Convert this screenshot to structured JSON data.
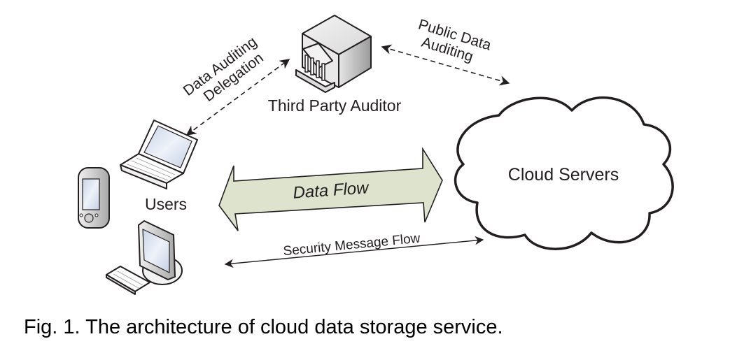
{
  "diagram": {
    "nodes": {
      "third_party_auditor": {
        "label": "Third Party Auditor",
        "icon": "building-icon"
      },
      "cloud_servers": {
        "label": "Cloud Servers",
        "icon": "cloud-icon"
      },
      "users": {
        "label": "Users",
        "devices": [
          "laptop-icon",
          "pda-icon",
          "desktop-computer-icon"
        ]
      }
    },
    "edges": {
      "data_auditing_delegation": {
        "line1": "Data Auditing",
        "line2": "Delegation",
        "style": "dashed",
        "from": "Users",
        "to": "Third Party Auditor",
        "direction": "bidirectional"
      },
      "public_data_auditing": {
        "line1": "Public Data",
        "line2": "Auditing",
        "style": "dashed",
        "from": "Third Party Auditor",
        "to": "Cloud Servers",
        "direction": "bidirectional"
      },
      "data_flow": {
        "label": "Data Flow",
        "style": "block-arrow",
        "from": "Users",
        "to": "Cloud Servers",
        "direction": "bidirectional"
      },
      "security_message_flow": {
        "label": "Security Message Flow",
        "style": "solid",
        "from": "Users",
        "to": "Cloud Servers",
        "direction": "bidirectional"
      }
    },
    "colors": {
      "data_flow_fill": "#dde3cc",
      "stroke": "#231f20",
      "screen_fill": "#dfe6f2"
    }
  },
  "caption": "Fig. 1. The architecture of cloud data storage service."
}
